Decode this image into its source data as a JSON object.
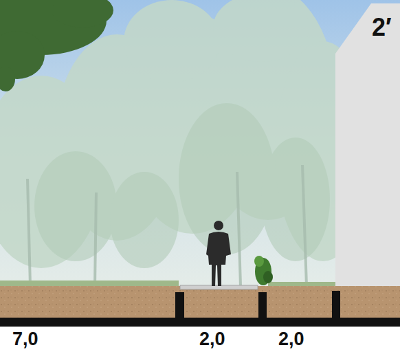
{
  "diagram": {
    "labels": [
      "2′",
      "7,0",
      "2,0",
      "2,0"
    ]
  }
}
